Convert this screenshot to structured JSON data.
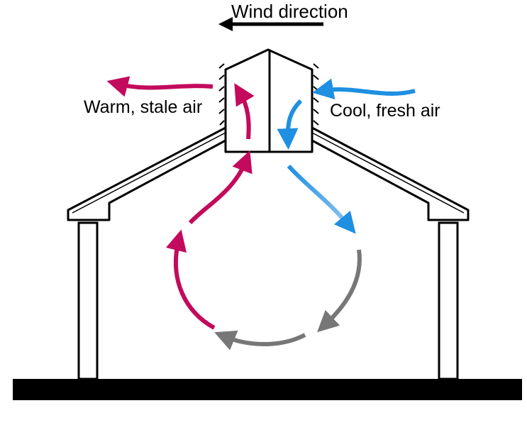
{
  "labels": {
    "wind_direction": "Wind direction",
    "warm_air": "Warm, stale air",
    "cool_air": "Cool, fresh air"
  },
  "colors": {
    "warm": "#c30a5c",
    "cool": "#1e8fe1",
    "neutral": "#777777",
    "structure": "#000000"
  }
}
